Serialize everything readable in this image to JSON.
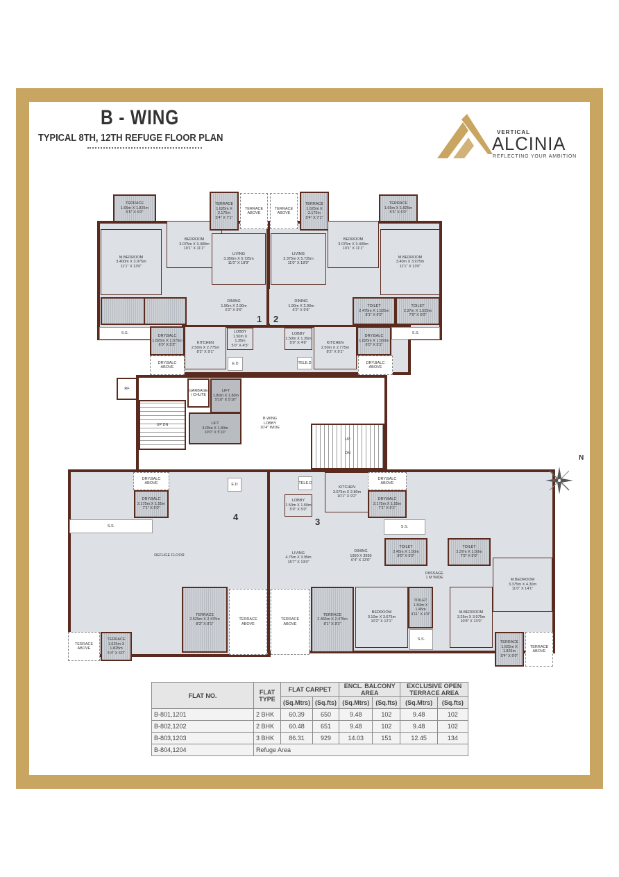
{
  "header": {
    "title": "B - WING",
    "subtitle": "TYPICAL 8TH, 12TH REFUGE FLOOR PLAN"
  },
  "logo": {
    "top": "VERTICAL",
    "name": "ALCINIA",
    "tagline": "REFLECTING YOUR AMBITION",
    "colors": {
      "gold": "#c9a562",
      "text": "#333333"
    }
  },
  "colors": {
    "frame": "#c9a562",
    "wall": "#5a2a1e",
    "floor": "#dde1e6"
  },
  "plan": {
    "north": "N",
    "flat_numbers": [
      "1",
      "2",
      "3",
      "4"
    ],
    "rooms": [
      "TERRACE\n1.65m X 1.825m\n5'5\" X 6'0\"",
      "M.BEDROOM\n3.400m X 3.975m\n11'1\" X 13'0\"",
      "BEDROOM\n3.075m X 3.400m\n10'1\" X 11'1\"",
      "TERRACE\n1.625m X\n2.175m\n5'4\" X 7'1\"",
      "TERRACE\nABOVE",
      "TERRACE\nABOVE",
      "LIVING\n3.350m X 5.725m\n11'0\" X 18'9\"",
      "DINING\n1.90m X 2.90m\n6'2\" X 9'6\"",
      "",
      "",
      "S.S.",
      "DRY.BALC\n1.825m X 1.575m\n6'0\" X 5'2\"",
      "DRY.BALC\nABOVE",
      "KITCHEN\n2.50m X 2.775m\n8'2\" X 9'1\"",
      "LOBBY\n1.50m X 1.35m\n5'0\" X 4'5\"",
      "E.D",
      "TERRACE\n1.625m X\n2.175m\n5'4\" X 7'1\"",
      "LIVING\n3.375m X 5.725m\n11'0\" X 18'9\"",
      "BEDROOM\n3.075m X 3.400m\n10'1\" X 11'1\"",
      "TERRACE\n1.65m X 1.825m\n5'5\" X 6'0\"",
      "M.BEDROOM\n3.40m X 3.975m\n11'1\" X 13'0\"",
      "DINING\n1.90m X 2.90m\n6'2\" X 9'6\"",
      "TOILET\n2.475m X 1.525m\n8'1\" X 5'0\"",
      "TOILET\n2.37m X 1.525m\n7'9\" X 5'0\"",
      "S.S.",
      "LOBBY\n1.50m X 1.35m\n5'0\" X 4'6\"",
      "KITCHEN\n2.50m X 2.775m\n8'2\" X 9'1\"",
      "DRY.BALC\n1.825m X 1.550m\n6'0\" X 5'1\"",
      "DRY.BALC\nABOVE",
      "TELE.D",
      "RF",
      "UP        DN",
      "GARBAGE\n/ CHUTE",
      "LIFT\n1.80m X 1.80m\n5'10\" X 5'10\"",
      "LIFT\n3.05m X 1.80m\n10'0\" X 5'10\"",
      "B WING\nLOBBY\n10'4\" WIDE",
      "UP\n\n\nDN",
      "DRY.BALC\nABOVE",
      "DRY.BALC\n2.175m X 1.55m\n7'1\" X 5'0\"",
      "E.D",
      "TELE.D",
      "KITCHEN\n3.075m X 2.80m\n10'1\" X 9'2\"",
      "LOBBY\n1.50m X 1.50m\n5'0\" X 5'0\"",
      "DRY.BALC\nABOVE",
      "DRY.BALC\n2.175m X 1.55m\n7'1\" X 5'1\"",
      "S.S.",
      "REFUGE FLOOR",
      "TERRACE\n2.525m X 2.475m\n8'3\" X 8'1\"",
      "TERRACE\nABOVE",
      "TERRACE\nABOVE",
      "TERRACE\n2.465m X 2.475m\n8'1\" X 8'1\"",
      "TERRACE\nABOVE",
      "TERRACE\n1.625m X 1.825m\n5'4\" X 6'0\"",
      "LIVING\n4.75m X 3.95m\n15'7\" X 13'0\"",
      "DINING\n1950 X 3950\n6'4\" X 13'0\"",
      "S.S.",
      "TOILET\n2.45m X 1.50m\n8'0\" X 5'0\"",
      "TOILET\n2.37m X 1.50m\n7'9\" X 5'0\"",
      "PASSAGE\n1 M WIDE",
      "M.BEDROOM\n3.375m X 4.30m\n11'0\" X 14'1\"",
      "TOILET\n1.50m X\n1.45m\n4'11\" X 4'9\"",
      "BEDROOM\n3.10m X 3.675m\n10'2\" X 12'1\"",
      "S.S.",
      "M.BEDROOM\n3.25m X 3.975m\n10'8\" X 13'0\"",
      "TERRACE\n1.625m X\n1.825m\n5'4\" X 6'0\"",
      "TERRACE\nABOVE"
    ]
  },
  "table": {
    "headers": {
      "flat_no": "FLAT NO.",
      "flat_type": "FLAT TYPE",
      "flat_carpet": "FLAT CARPET",
      "encl_balcony": "ENCL. BALCONY AREA",
      "open_terrace": "EXCLUSIVE OPEN TERRACE AREA",
      "sqm": "(Sq.Mtrs)",
      "sqft": "(Sq.fts)"
    },
    "rows": [
      {
        "flat": "B-801,1201",
        "type": "2 BHK",
        "carpet_sqm": "60.39",
        "carpet_sqft": "650",
        "balc_sqm": "9.48",
        "balc_sqft": "102",
        "terr_sqm": "9.48",
        "terr_sqft": "102"
      },
      {
        "flat": "B-802,1202",
        "type": "2 BHK",
        "carpet_sqm": "60.48",
        "carpet_sqft": "651",
        "balc_sqm": "9.48",
        "balc_sqft": "102",
        "terr_sqm": "9.48",
        "terr_sqft": "102"
      },
      {
        "flat": "B-803,1203",
        "type": "3 BHK",
        "carpet_sqm": "86.31",
        "carpet_sqft": "929",
        "balc_sqm": "14.03",
        "balc_sqft": "151",
        "terr_sqm": "12.45",
        "terr_sqft": "134"
      },
      {
        "flat": "B-804,1204",
        "note": "Refuge Area"
      }
    ]
  }
}
